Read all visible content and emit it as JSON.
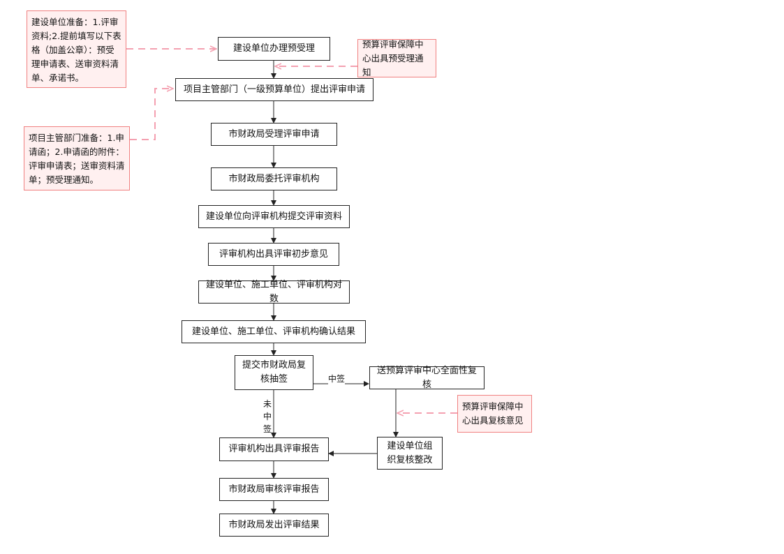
{
  "nodes": {
    "n1": "建设单位办理预受理",
    "n2": "项目主管部门（一级预算单位）提出评审申请",
    "n3": "市财政局受理评审申请",
    "n4": "市财政局委托评审机构",
    "n5": "建设单位向评审机构提交评审资料",
    "n6": "评审机构出具评审初步意见",
    "n7": "建设单位、施工单位、评审机构对数",
    "n8": "建设单位、施工单位、评审机构确认结果",
    "n9": "提交市财政局复核抽签",
    "n10": "送预算评审中心全面性复核",
    "n11": "建设单位组织复核整改",
    "n12": "评审机构出具评审报告",
    "n13": "市财政局审核评审报告",
    "n14": "市财政局发出评审结果"
  },
  "notes": {
    "note1": "建设单位准备：1.评审资料;2.提前填写以下表格（加盖公章）：预受理申请表、送审资料清单、承诺书。",
    "note2": "预算评审保障中心出具预受理通知",
    "note3": "项目主管部门准备：1.申请函；2.申请函的附件：评审申请表；送审资料清单；预受理通知。",
    "note4": "预算评审保障中心出具复核意见"
  },
  "edge_labels": {
    "selected": "中签",
    "not_selected": "未中签"
  },
  "colors": {
    "node_border": "#222222",
    "note_border": "#f08080",
    "note_fill": "#fff0f0",
    "dashed_connector": "#f4a0b0",
    "arrow": "#222222"
  }
}
